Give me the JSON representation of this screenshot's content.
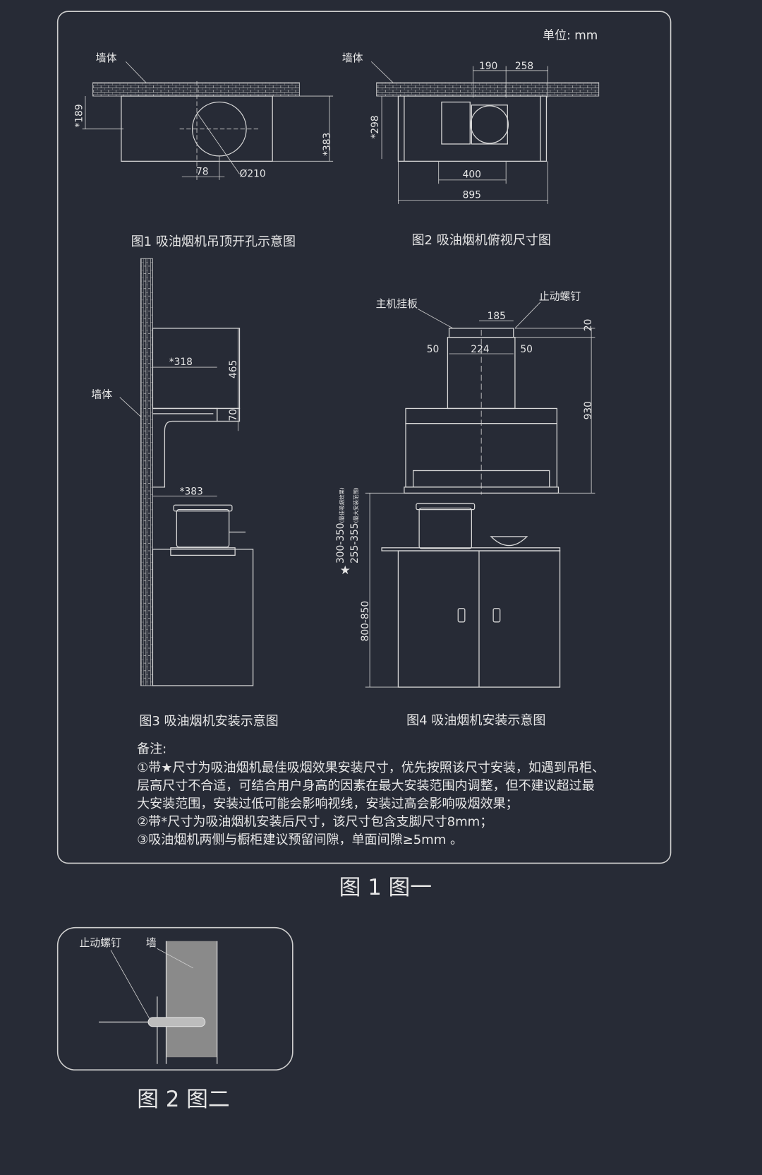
{
  "figure1": {
    "unit": "单位: mm",
    "fig1": {
      "caption": "图1 吸油烟机吊顶开孔示意图",
      "wall": "墙体",
      "dim_189": "*189",
      "dim_383": "*383",
      "dim_78": "78",
      "dim_210": "Ø210"
    },
    "fig2": {
      "caption": "图2 吸油烟机俯视尺寸图",
      "wall": "墙体",
      "dim_190": "190",
      "dim_258": "258",
      "dim_298": "*298",
      "dim_400": "400",
      "dim_895": "895"
    },
    "fig3": {
      "caption": "图3 吸油烟机安装示意图",
      "wall": "墙体",
      "dim_318": "*318",
      "dim_465": "465",
      "dim_70": "70",
      "dim_383": "*383"
    },
    "fig4": {
      "caption": "图4 吸油烟机安装示意图",
      "mount_plate": "主机挂板",
      "stop_screw": "止动螺钉",
      "dim_185": "185",
      "dim_20": "20",
      "dim_50a": "50",
      "dim_224": "224",
      "dim_50b": "50",
      "dim_930": "930",
      "dim_best": "300-350",
      "dim_best_note": "(最佳吸烟效果)",
      "dim_max": "255-355",
      "dim_max_note": "(最大安装范围)",
      "dim_cabinet": "800-850",
      "star": "★"
    },
    "notes": {
      "title": "备注:",
      "lines": [
        "①带★尺寸为吸油烟机最佳吸烟效果安装尺寸，优先按照该尺寸安装，如遇到吊柜、",
        "层高尺寸不合适，可结合用户身高的因素在最大安装范围内调整，但不建议超过最",
        "大安装范围，安装过低可能会影响视线，安装过高会影响吸烟效果；",
        "②带*尺寸为吸油烟机安装后尺寸，该尺寸包含支脚尺寸8mm；",
        "③吸油烟机两侧与橱柜建议预留间隙，单面间隙≥5mm 。"
      ]
    },
    "label": "图 1  图一"
  },
  "figure2": {
    "stop_screw": "止动螺钉",
    "wall": "墙",
    "label": "图 2  图二"
  }
}
